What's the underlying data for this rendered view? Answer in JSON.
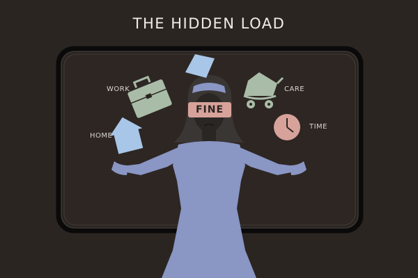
{
  "title": "THE HIDDEN LOAD",
  "labels": {
    "work": "WORK",
    "care": "CARE",
    "home": "HOME",
    "time": "TIME",
    "fine": "FINE"
  },
  "colors": {
    "background": "#2b2522",
    "figure": "#8a96c4",
    "sage": "#a9bca7",
    "light_blue": "#a8c6e8",
    "blush": "#d7a29a",
    "hair": "#3a3634"
  },
  "icons": [
    "briefcase-icon",
    "stroller-icon",
    "house-icon",
    "clock-icon",
    "paper-icon"
  ]
}
